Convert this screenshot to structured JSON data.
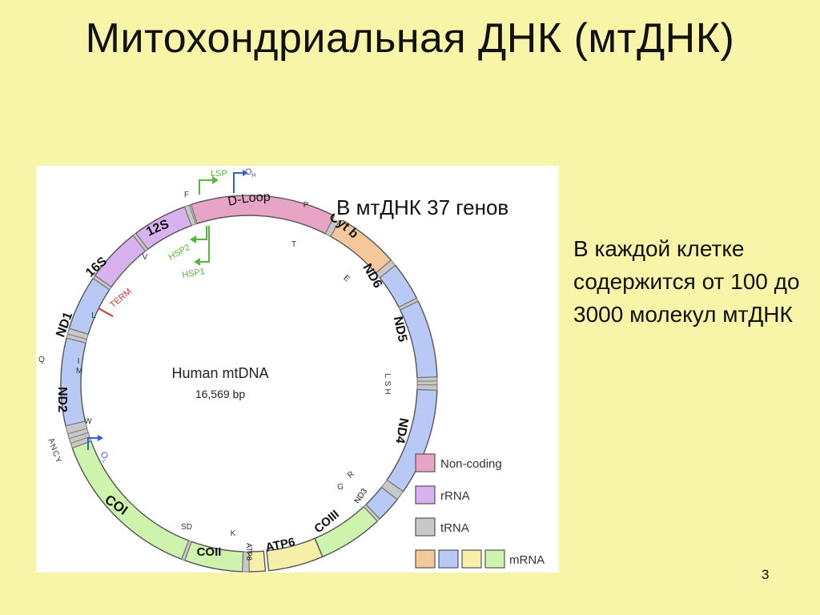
{
  "slide": {
    "title": "Митохондриальная ДНК (мтДНК)",
    "genes_note": "В мтДНК 37 генов",
    "cell_note": "В каждой клетке содержится от 100 до 3000 молекул мтДНК",
    "page_number": "3"
  },
  "diagram": {
    "center_title": "Human mtDNA",
    "center_subtitle": "16,569 bp",
    "colors": {
      "noncoding": "#e7a4c5",
      "rrna": "#d7b2ee",
      "trna": "#c8c8c8",
      "mrna_orange": "#f4c89a",
      "mrna_blue": "#b8c9f5",
      "mrna_yellow": "#f6efaa",
      "mrna_green": "#cdf3ac",
      "promoter_green": "#56b83b",
      "origin_blue": "#2f5fd0",
      "term_red": "#d33333"
    },
    "segments": [
      {
        "label": "D-Loop",
        "type": "noncoding"
      },
      {
        "label": "Cyt b",
        "type": "mrna_orange"
      },
      {
        "label": "ND6",
        "type": "mrna_blue"
      },
      {
        "label": "ND5",
        "type": "mrna_blue"
      },
      {
        "label": "ND4",
        "type": "mrna_blue"
      },
      {
        "label": "ND3",
        "type": "mrna_blue"
      },
      {
        "label": "COIII",
        "type": "mrna_green"
      },
      {
        "label": "ATP6",
        "type": "mrna_yellow"
      },
      {
        "label": "ATP8",
        "type": "mrna_yellow"
      },
      {
        "label": "COII",
        "type": "mrna_green"
      },
      {
        "label": "COI",
        "type": "mrna_green"
      },
      {
        "label": "ND2",
        "type": "mrna_blue"
      },
      {
        "label": "ND1",
        "type": "mrna_blue"
      },
      {
        "label": "16S",
        "type": "rrna"
      },
      {
        "label": "12S",
        "type": "rrna"
      }
    ],
    "trna_labels": [
      "F",
      "P",
      "T",
      "E",
      "L",
      "S",
      "H",
      "R",
      "G",
      "K",
      "SD",
      "W",
      "A",
      "N",
      "C",
      "Y",
      "Q",
      "I",
      "M",
      "L",
      "V"
    ],
    "markers": {
      "lsp": "LSP",
      "oh": "O",
      "oh_sub": "H",
      "hsp2": "HSP2",
      "hsp1": "HSP1",
      "term": "TERM",
      "ol": "O",
      "ol_sub": "L"
    },
    "legend": [
      {
        "label": "Non-coding"
      },
      {
        "label": "rRNA"
      },
      {
        "label": "tRNA"
      },
      {
        "label": "mRNA"
      }
    ]
  }
}
